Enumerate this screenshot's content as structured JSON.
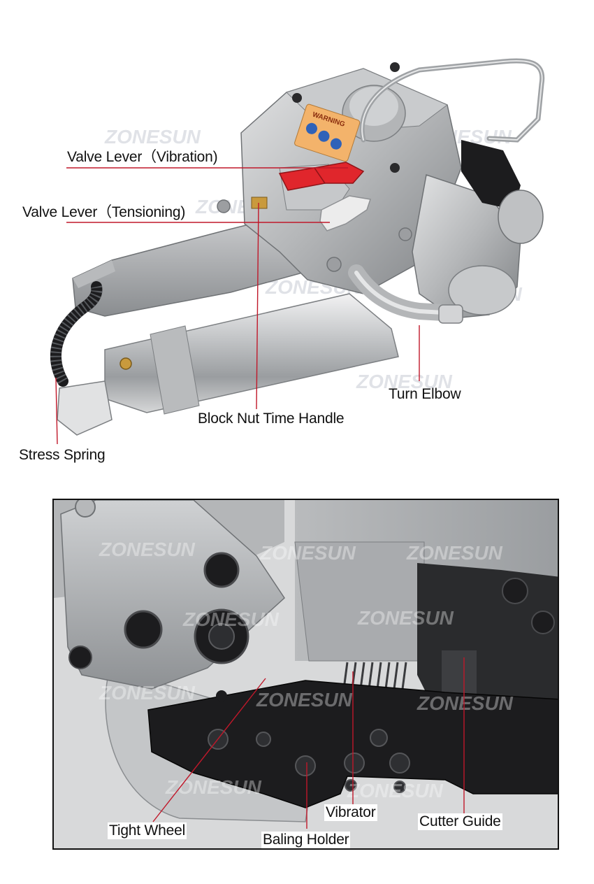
{
  "watermark": "ZONESUN",
  "colors": {
    "leader_line": "#c0182a",
    "frame_border": "#111111",
    "metal_light": "#d9dadb",
    "metal_mid": "#a9abad",
    "metal_dark": "#6f7275",
    "lever_red": "#e0262c",
    "lever_white": "#ececec",
    "black_part": "#1c1c1e",
    "warning_orange": "#f3b36b",
    "warning_blue": "#2f62b8"
  },
  "top_panel": {
    "callouts": [
      {
        "id": "valve-vibration",
        "label": "Valve Lever（Vibration)"
      },
      {
        "id": "valve-tensioning",
        "label": "Valve Lever（Tensioning)"
      },
      {
        "id": "block-nut",
        "label": "Block Nut Time Handle"
      },
      {
        "id": "turn-elbow",
        "label": "Turn Elbow"
      },
      {
        "id": "stress-spring",
        "label": "Stress Spring"
      }
    ],
    "warning_label": "WARNING"
  },
  "bottom_panel": {
    "callouts": [
      {
        "id": "tight-wheel",
        "label": "Tight Wheel"
      },
      {
        "id": "baling-holder",
        "label": "Baling Holder"
      },
      {
        "id": "vibrator",
        "label": "Vibrator"
      },
      {
        "id": "cutter-guide",
        "label": "Cutter Guide"
      }
    ]
  }
}
